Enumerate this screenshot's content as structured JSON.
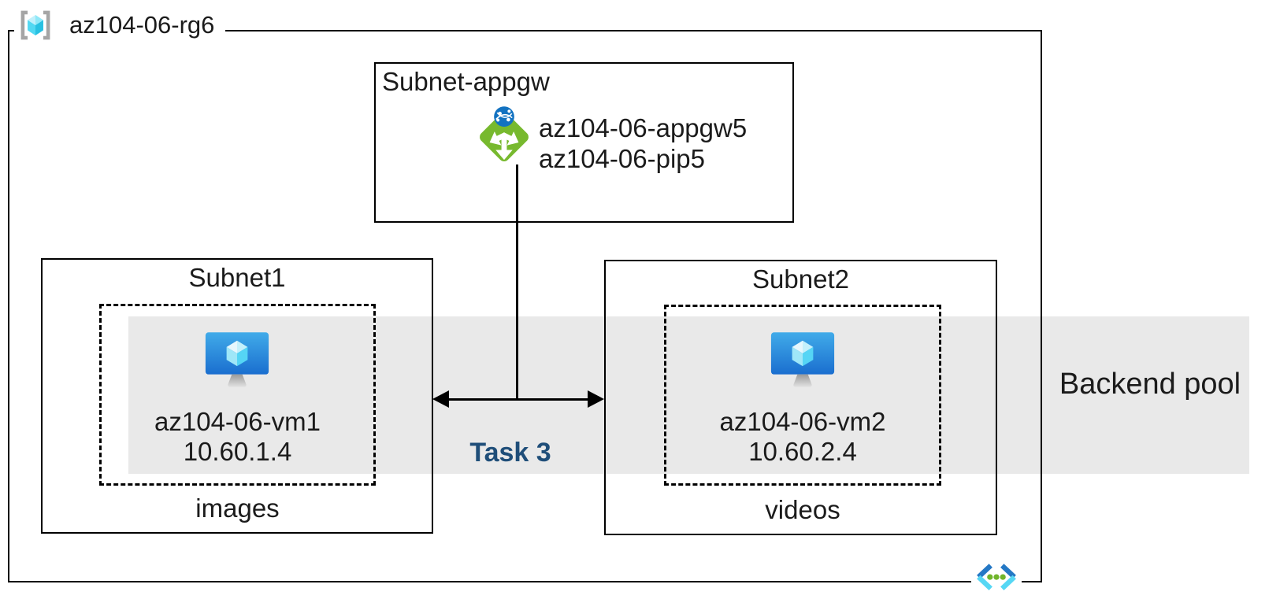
{
  "resource_group": {
    "name": "az104-06-rg6"
  },
  "appgw_subnet": {
    "title": "Subnet-appgw",
    "gateway_name": "az104-06-appgw5",
    "public_ip_name": "az104-06-pip5"
  },
  "subnet1": {
    "title": "Subnet1",
    "vm_name": "az104-06-vm1",
    "vm_ip": "10.60.1.4",
    "label": "images"
  },
  "subnet2": {
    "title": "Subnet2",
    "vm_name": "az104-06-vm2",
    "vm_ip": "10.60.2.4",
    "label": "videos"
  },
  "backend_pool": {
    "label": "Backend pool"
  },
  "task": {
    "label": "Task 3"
  },
  "icons": {
    "resource_group": "resource-group-icon",
    "application_gateway": "application-gateway-icon",
    "virtual_machine": "virtual-machine-icon",
    "virtual_network": "virtual-network-icon"
  },
  "colors": {
    "backend_pool_band": "#e9e9e9",
    "task_label": "#1f4e79",
    "appgw_green": "#77b92e",
    "vm_screen_blue_top": "#41abe9",
    "vm_screen_blue_bottom": "#1a6ecf",
    "rg_cube_cyan": "#28c1e2",
    "vnet_blue": "#2478c5",
    "vnet_cyan": "#56d7f4",
    "vnet_dot_green": "#70b52c",
    "line_black": "#000000"
  }
}
